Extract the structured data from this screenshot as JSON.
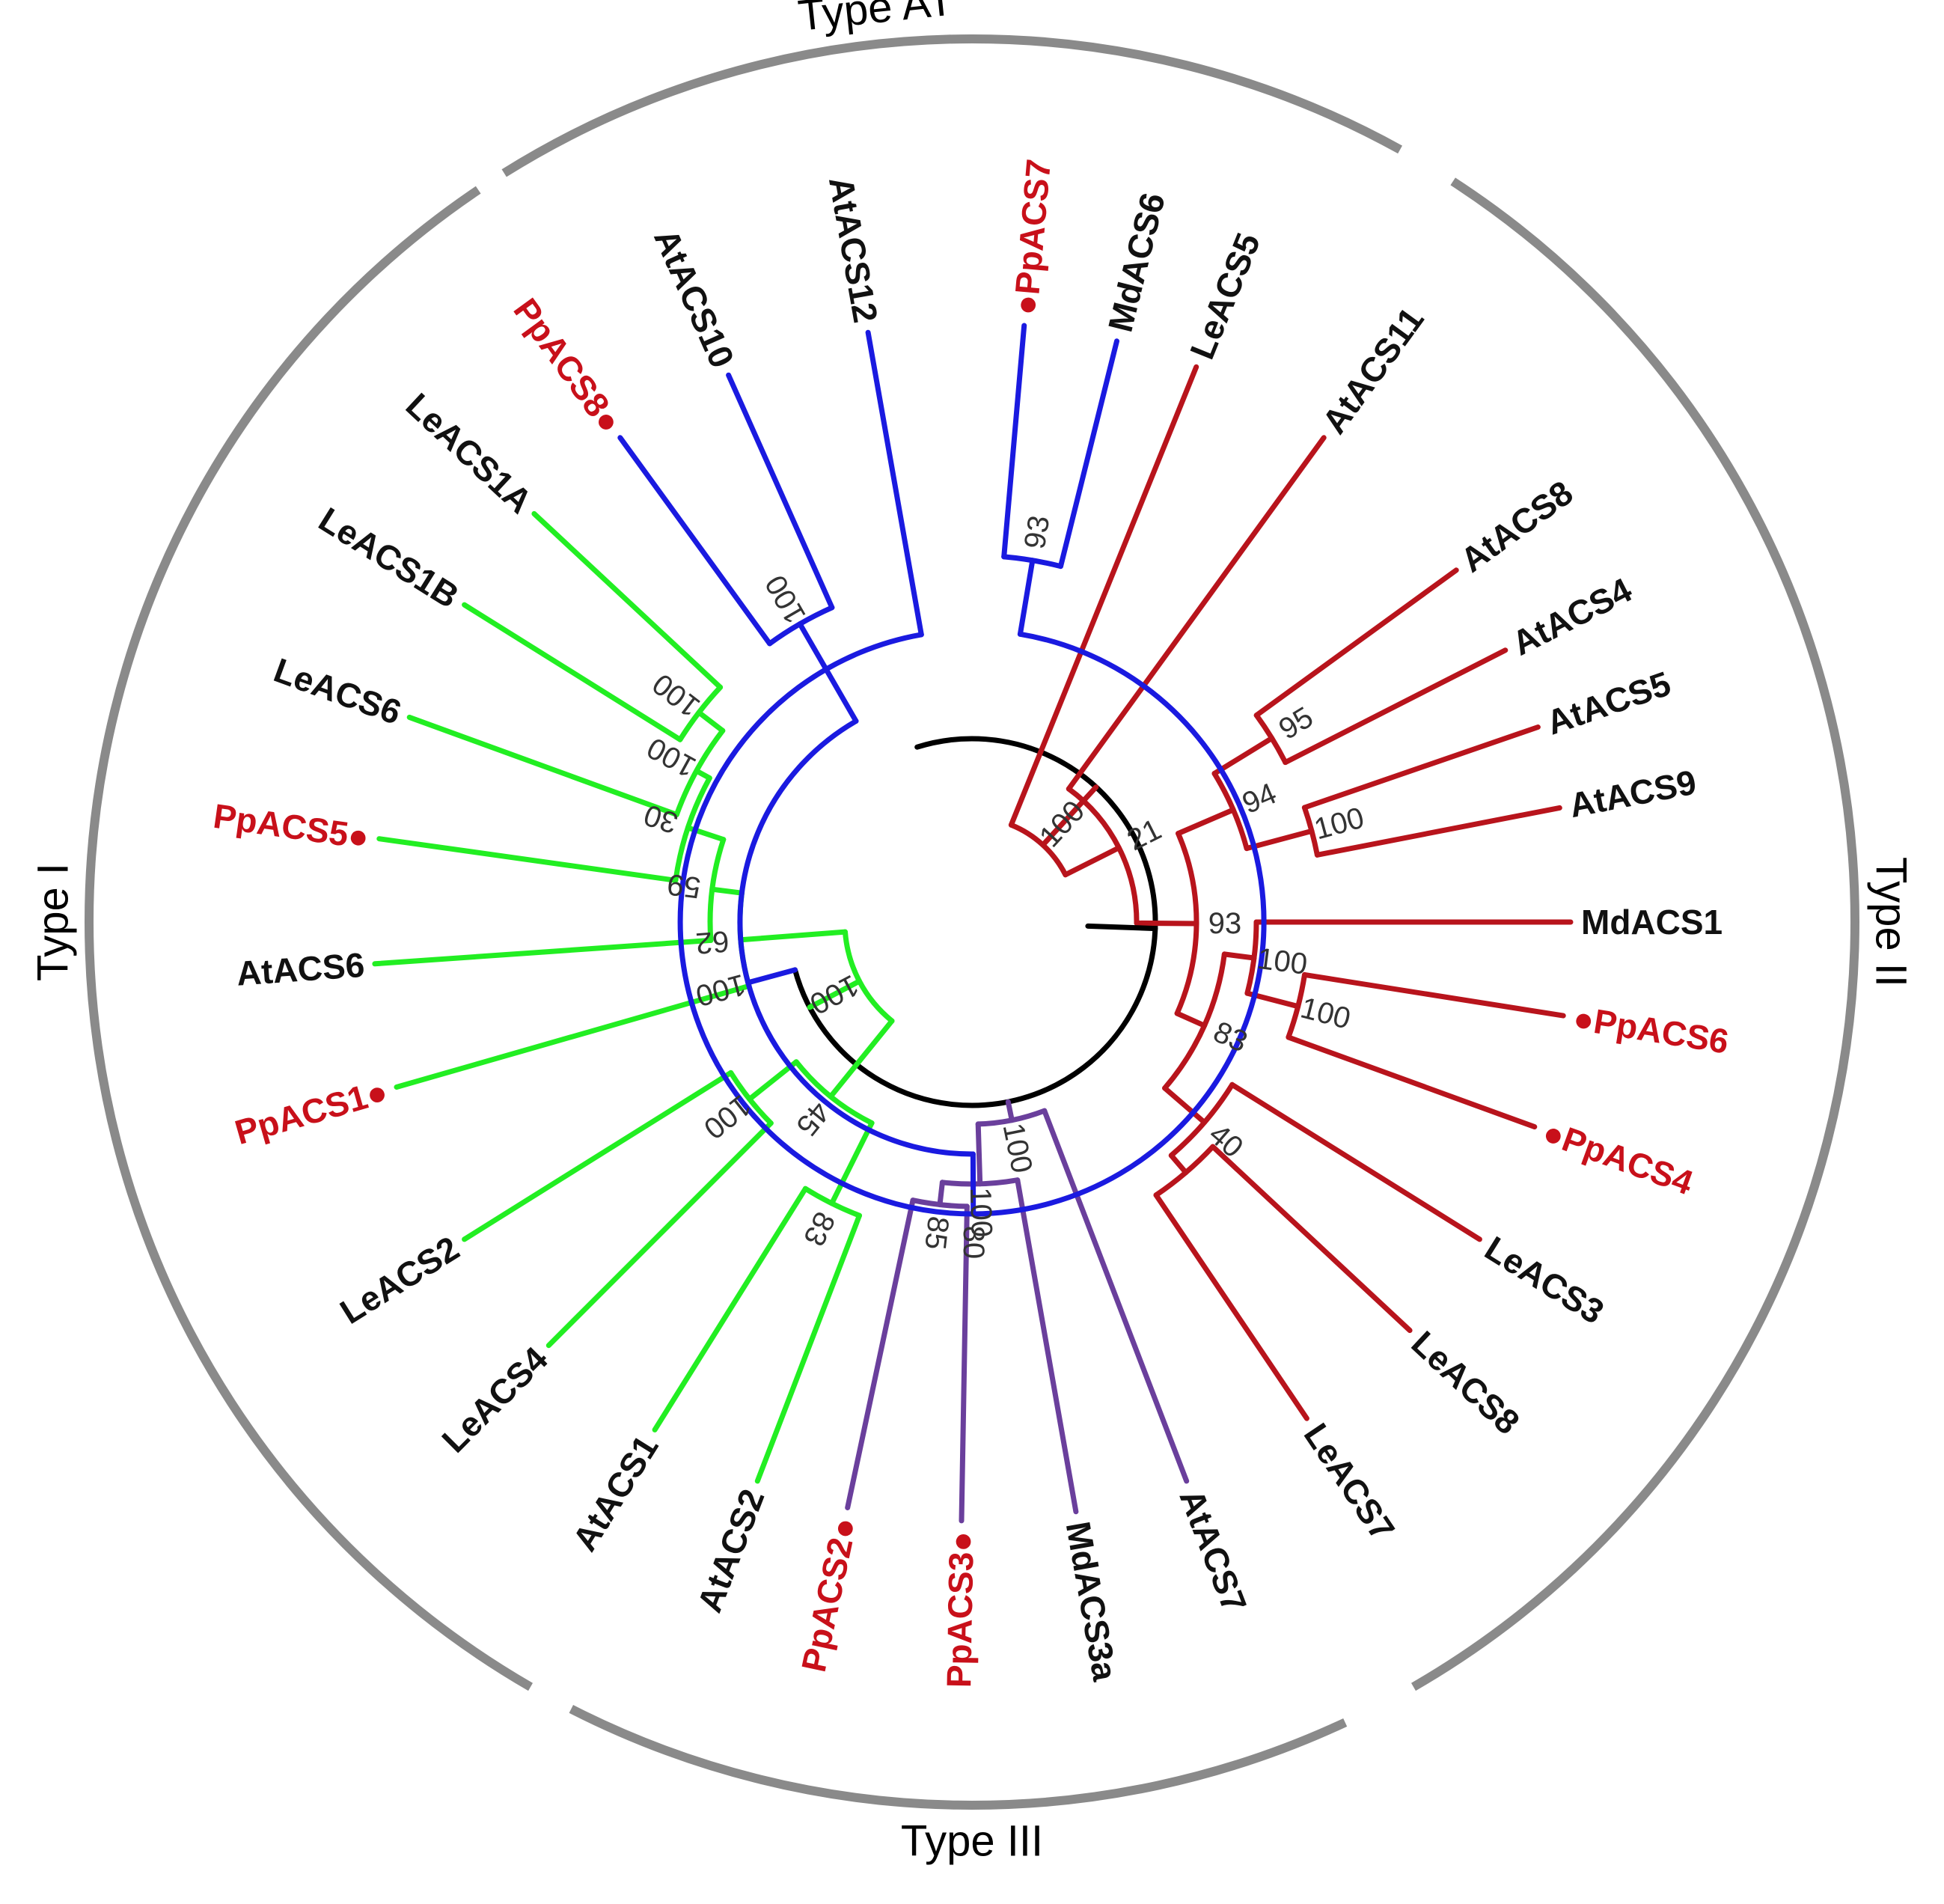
{
  "colors": {
    "type_i": "#22ee22",
    "type_ii": "#b8141c",
    "type_iii": "#6a3f9c",
    "type_at": "#1a1ae0",
    "root": "#000000",
    "peach_label": "#c8101a",
    "other_label": "#111111",
    "group_arc": "#8a8a8a"
  },
  "groups": [
    {
      "id": "type_at",
      "label": "Type AT"
    },
    {
      "id": "type_ii",
      "label": "Type II"
    },
    {
      "id": "type_iii",
      "label": "Type III"
    },
    {
      "id": "type_i",
      "label": "Type I"
    }
  ],
  "taxa": [
    {
      "name": "LeACS5",
      "group": "type_ii"
    },
    {
      "name": "AtACS11",
      "group": "type_ii"
    },
    {
      "name": "AtACS8",
      "group": "type_ii"
    },
    {
      "name": "AtACS4",
      "group": "type_ii"
    },
    {
      "name": "AtACS5",
      "group": "type_ii"
    },
    {
      "name": "AtACS9",
      "group": "type_ii"
    },
    {
      "name": "MdACS1",
      "group": "type_ii"
    },
    {
      "name": "PpACS6",
      "group": "type_ii",
      "marked": true
    },
    {
      "name": "PpACS4",
      "group": "type_ii",
      "marked": true
    },
    {
      "name": "LeACS3",
      "group": "type_ii"
    },
    {
      "name": "LeACS8",
      "group": "type_ii"
    },
    {
      "name": "LeACS7",
      "group": "type_ii"
    },
    {
      "name": "AtACS7",
      "group": "type_iii"
    },
    {
      "name": "MdACS3a",
      "group": "type_iii"
    },
    {
      "name": "PpACS3",
      "group": "type_iii",
      "marked": true
    },
    {
      "name": "PpACS2",
      "group": "type_iii",
      "marked": true
    },
    {
      "name": "AtACS2",
      "group": "type_i"
    },
    {
      "name": "AtACS1",
      "group": "type_i"
    },
    {
      "name": "LeACS4",
      "group": "type_i"
    },
    {
      "name": "LeACS2",
      "group": "type_i"
    },
    {
      "name": "PpACS1",
      "group": "type_i",
      "marked": true
    },
    {
      "name": "AtACS6",
      "group": "type_i"
    },
    {
      "name": "PpACS5",
      "group": "type_i",
      "marked": true
    },
    {
      "name": "LeACS6",
      "group": "type_i"
    },
    {
      "name": "LeACS1B",
      "group": "type_i"
    },
    {
      "name": "LeACS1A",
      "group": "type_i"
    },
    {
      "name": "PpACS8",
      "group": "type_at",
      "marked": true
    },
    {
      "name": "AtACS10",
      "group": "type_at"
    },
    {
      "name": "AtACS12",
      "group": "type_at"
    },
    {
      "name": "PpACS7",
      "group": "type_at",
      "marked": true
    },
    {
      "name": "MdACS6",
      "group": "type_at"
    }
  ],
  "bootstrap_values": [
    {
      "value": "100",
      "clade": "Type II"
    },
    {
      "value": "21"
    },
    {
      "value": "95"
    },
    {
      "value": "94"
    },
    {
      "value": "100"
    },
    {
      "value": "93"
    },
    {
      "value": "100"
    },
    {
      "value": "100"
    },
    {
      "value": "83"
    },
    {
      "value": "100"
    },
    {
      "value": "40"
    },
    {
      "value": "100",
      "clade": "Type III"
    },
    {
      "value": "100"
    },
    {
      "value": "85"
    },
    {
      "value": "80"
    },
    {
      "value": "100",
      "clade": "Type I"
    },
    {
      "value": "45"
    },
    {
      "value": "100"
    },
    {
      "value": "83"
    },
    {
      "value": "62"
    },
    {
      "value": "59"
    },
    {
      "value": "30"
    },
    {
      "value": "100"
    },
    {
      "value": "100"
    },
    {
      "value": "100",
      "clade": "Type AT"
    },
    {
      "value": "100"
    },
    {
      "value": "80"
    },
    {
      "value": "93"
    }
  ]
}
